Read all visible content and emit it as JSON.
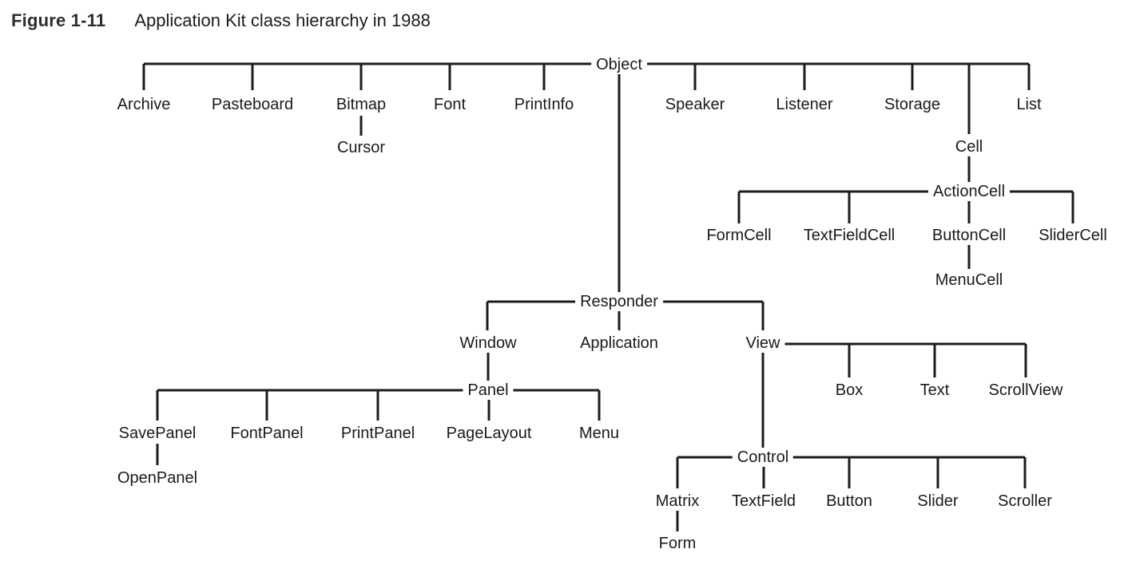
{
  "figure": {
    "label": "Figure 1-11",
    "title": "Application Kit class hierarchy in 1988"
  },
  "nodes": {
    "object": "Object",
    "archive": "Archive",
    "pasteboard": "Pasteboard",
    "bitmap": "Bitmap",
    "font": "Font",
    "printinfo": "PrintInfo",
    "speaker": "Speaker",
    "listener": "Listener",
    "storage": "Storage",
    "list": "List",
    "cursor": "Cursor",
    "cell": "Cell",
    "actioncell": "ActionCell",
    "formcell": "FormCell",
    "textfieldcell": "TextFieldCell",
    "buttoncell": "ButtonCell",
    "slidercell": "SliderCell",
    "menucell": "MenuCell",
    "responder": "Responder",
    "window": "Window",
    "application": "Application",
    "view": "View",
    "panel": "Panel",
    "savepanel": "SavePanel",
    "fontpanel": "FontPanel",
    "printpanel": "PrintPanel",
    "pagelayout": "PageLayout",
    "menu": "Menu",
    "openpanel": "OpenPanel",
    "box": "Box",
    "text": "Text",
    "scrollview": "ScrollView",
    "control": "Control",
    "matrix": "Matrix",
    "textfield": "TextField",
    "button": "Button",
    "slider": "Slider",
    "scroller": "Scroller",
    "form": "Form"
  },
  "hierarchy": {
    "name": "Object",
    "children": [
      {
        "name": "Archive"
      },
      {
        "name": "Pasteboard"
      },
      {
        "name": "Bitmap",
        "children": [
          {
            "name": "Cursor"
          }
        ]
      },
      {
        "name": "Font"
      },
      {
        "name": "PrintInfo"
      },
      {
        "name": "Speaker"
      },
      {
        "name": "Listener"
      },
      {
        "name": "Storage"
      },
      {
        "name": "Cell",
        "children": [
          {
            "name": "ActionCell",
            "children": [
              {
                "name": "FormCell"
              },
              {
                "name": "TextFieldCell"
              },
              {
                "name": "ButtonCell",
                "children": [
                  {
                    "name": "MenuCell"
                  }
                ]
              },
              {
                "name": "SliderCell"
              }
            ]
          }
        ]
      },
      {
        "name": "List"
      },
      {
        "name": "Responder",
        "children": [
          {
            "name": "Window",
            "children": [
              {
                "name": "Panel",
                "children": [
                  {
                    "name": "SavePanel",
                    "children": [
                      {
                        "name": "OpenPanel"
                      }
                    ]
                  },
                  {
                    "name": "FontPanel"
                  },
                  {
                    "name": "PrintPanel"
                  },
                  {
                    "name": "PageLayout"
                  },
                  {
                    "name": "Menu"
                  }
                ]
              }
            ]
          },
          {
            "name": "Application"
          },
          {
            "name": "View",
            "children": [
              {
                "name": "Box"
              },
              {
                "name": "Text"
              },
              {
                "name": "ScrollView"
              },
              {
                "name": "Control",
                "children": [
                  {
                    "name": "Matrix",
                    "children": [
                      {
                        "name": "Form"
                      }
                    ]
                  },
                  {
                    "name": "TextField"
                  },
                  {
                    "name": "Button"
                  },
                  {
                    "name": "Slider"
                  },
                  {
                    "name": "Scroller"
                  }
                ]
              }
            ]
          }
        ]
      }
    ]
  }
}
